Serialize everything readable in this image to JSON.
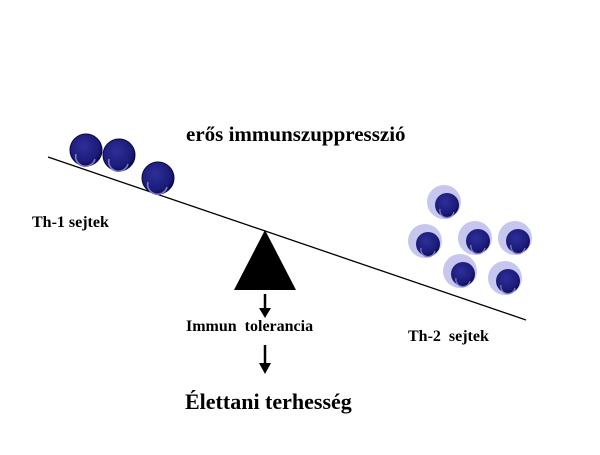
{
  "labels": {
    "suppression": "erős immunszuppresszió",
    "th1": "Th-1 sejtek",
    "th2": "Th-2  sejtek",
    "tolerance": "Immun  tolerancia",
    "physiological": "Élettani terhesség"
  },
  "colors": {
    "cell_fill": "#1b1b78",
    "cell_dark": "#0a0a48",
    "th2_halo": "#c6c6ee",
    "beam": "#000000",
    "fulcrum": "#000000"
  },
  "cells": {
    "th1_count": 3,
    "th2_count": 6
  }
}
